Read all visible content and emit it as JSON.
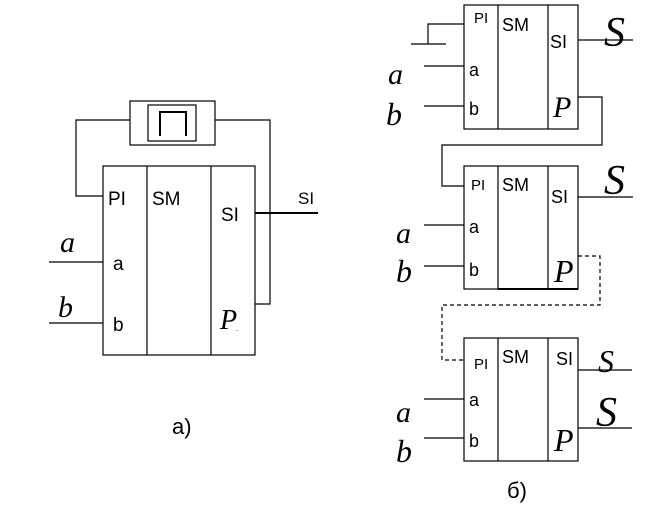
{
  "figure_a": {
    "caption": "а)",
    "delay_symbol": "Π",
    "adder": {
      "carry_in": "PI",
      "name": "SM",
      "sum_out": "SI",
      "input_a": "a",
      "input_b": "b",
      "carry_out": "P"
    },
    "signals": {
      "a": "a",
      "b": "b",
      "output": "SI"
    }
  },
  "figure_b": {
    "caption": "б)",
    "stages": [
      {
        "carry_in": "PI",
        "name": "SM",
        "sum_out": "SI",
        "input_a": "a",
        "input_b": "b",
        "carry_out": "P",
        "sig_a": "a",
        "sig_b": "b",
        "sig_s": "S"
      },
      {
        "carry_in": "PI",
        "name": "SM",
        "sum_out": "SI",
        "input_a": "a",
        "input_b": "b",
        "carry_out": "P",
        "sig_a": "a",
        "sig_b": "b",
        "sig_s": "S"
      },
      {
        "carry_in": "PI",
        "name": "SM",
        "sum_out": "SI",
        "input_a": "a",
        "input_b": "b",
        "carry_out": "P",
        "sig_a": "a",
        "sig_b": "b",
        "sig_s": "S",
        "sig_s2": "S"
      }
    ]
  }
}
